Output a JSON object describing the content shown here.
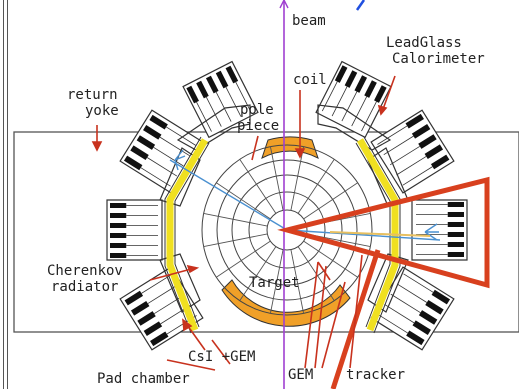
{
  "labels": {
    "beam": "beam",
    "leadglass_line1": "LeadGlass",
    "leadglass_line2": "Calorimeter",
    "coil": "coil",
    "return_line1": "return",
    "return_line2": "yoke",
    "pole_line1": "pole",
    "pole_line2": "piece",
    "cherenkov_line1": "Cherenkov",
    "cherenkov_line2": "radiator",
    "target": "Target",
    "csi_gem": "CsI +GEM",
    "pad_chamber": "Pad chamber",
    "gem": "GEM",
    "tracker": "tracker"
  },
  "colors": {
    "beam_line": "#a040d0",
    "arrow": "#c8321e",
    "scintillator": "#f0e020",
    "coil": "#f0a028",
    "outline": "#333333",
    "tracks": "#4a90d0"
  }
}
